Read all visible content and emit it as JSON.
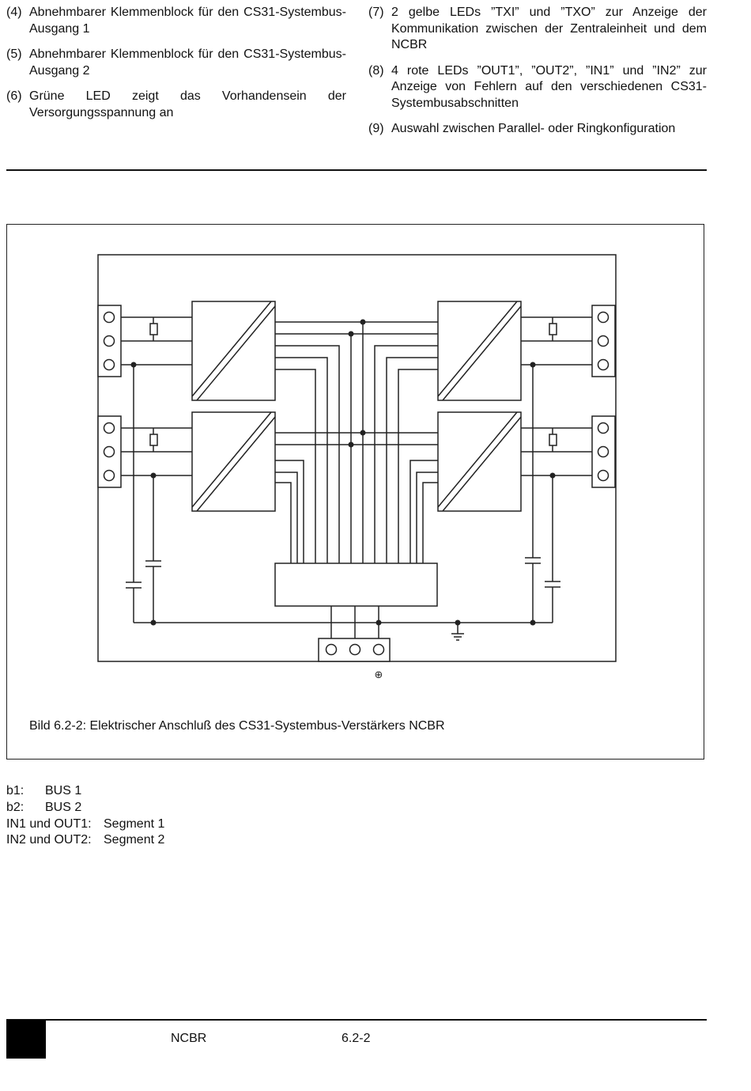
{
  "left_items": [
    {
      "num": "(4)",
      "text": "Abnehmbarer Klemmenblock für den CS31-Systembus-Ausgang 1"
    },
    {
      "num": "(5)",
      "text": "Abnehmbarer Klemmenblock für den CS31-Systembus-Ausgang 2"
    },
    {
      "num": "(6)",
      "text": "Grüne LED zeigt das Vorhandensein der Versorgungsspannung an"
    }
  ],
  "right_items": [
    {
      "num": "(7)",
      "text": "2 gelbe LEDs ”TXI” und ”TXO” zur Anzeige der Kommunikation zwischen der Zentraleinheit und dem NCBR"
    },
    {
      "num": "(8)",
      "text": "4 rote LEDs ”OUT1”, ”OUT2”, ”IN1” und ”IN2” zur Anzeige von Fehlern auf den verschiedenen CS31-Systembusabschnitten"
    },
    {
      "num": "(9)",
      "text": "Auswahl zwischen Parallel- oder Ringkonfiguration"
    }
  ],
  "figure": {
    "caption": "Bild 6.2-2: Elektrischer Anschluß des CS31-Systembus-Verstärkers NCBR",
    "ground_symbol": "⊕"
  },
  "legend": [
    {
      "key": "b1:",
      "value": "BUS 1"
    },
    {
      "key": "b2:",
      "value": "BUS 2"
    },
    {
      "key": "IN1 und OUT1:",
      "value": "Segment 1"
    },
    {
      "key": "IN2 und OUT2:",
      "value": "Segment 2"
    }
  ],
  "footer": {
    "product": "NCBR",
    "page": "6.2-2"
  }
}
